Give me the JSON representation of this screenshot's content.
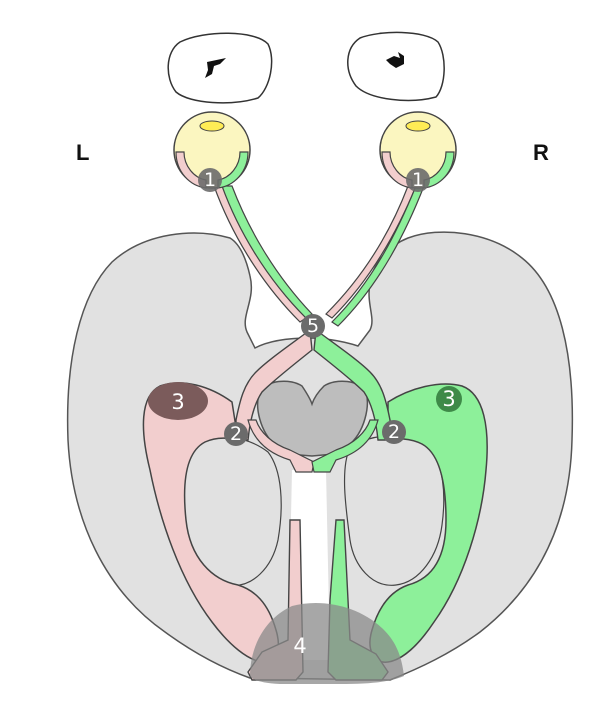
{
  "side_labels": {
    "left": "L",
    "right": "R"
  },
  "markers": {
    "eye_left": "1",
    "eye_right": "1",
    "chiasm": "5",
    "lgn_left": "2",
    "lgn_right": "2",
    "radiation_left": "3",
    "radiation_right": "3",
    "occipital_cortex": "4"
  },
  "colors": {
    "brain": "#e1e1e1",
    "left_field_pathway": "#f2cece",
    "right_field_pathway": "#8df09a",
    "eyeball": "#fbf6c0",
    "lens": "#ffec55",
    "marker": "#6b6b6b",
    "lesion_left": "#7b5b5b",
    "lesion_right": "#3e8a48",
    "cortex_shade": "#8a8a8a",
    "outline": "#333333"
  }
}
